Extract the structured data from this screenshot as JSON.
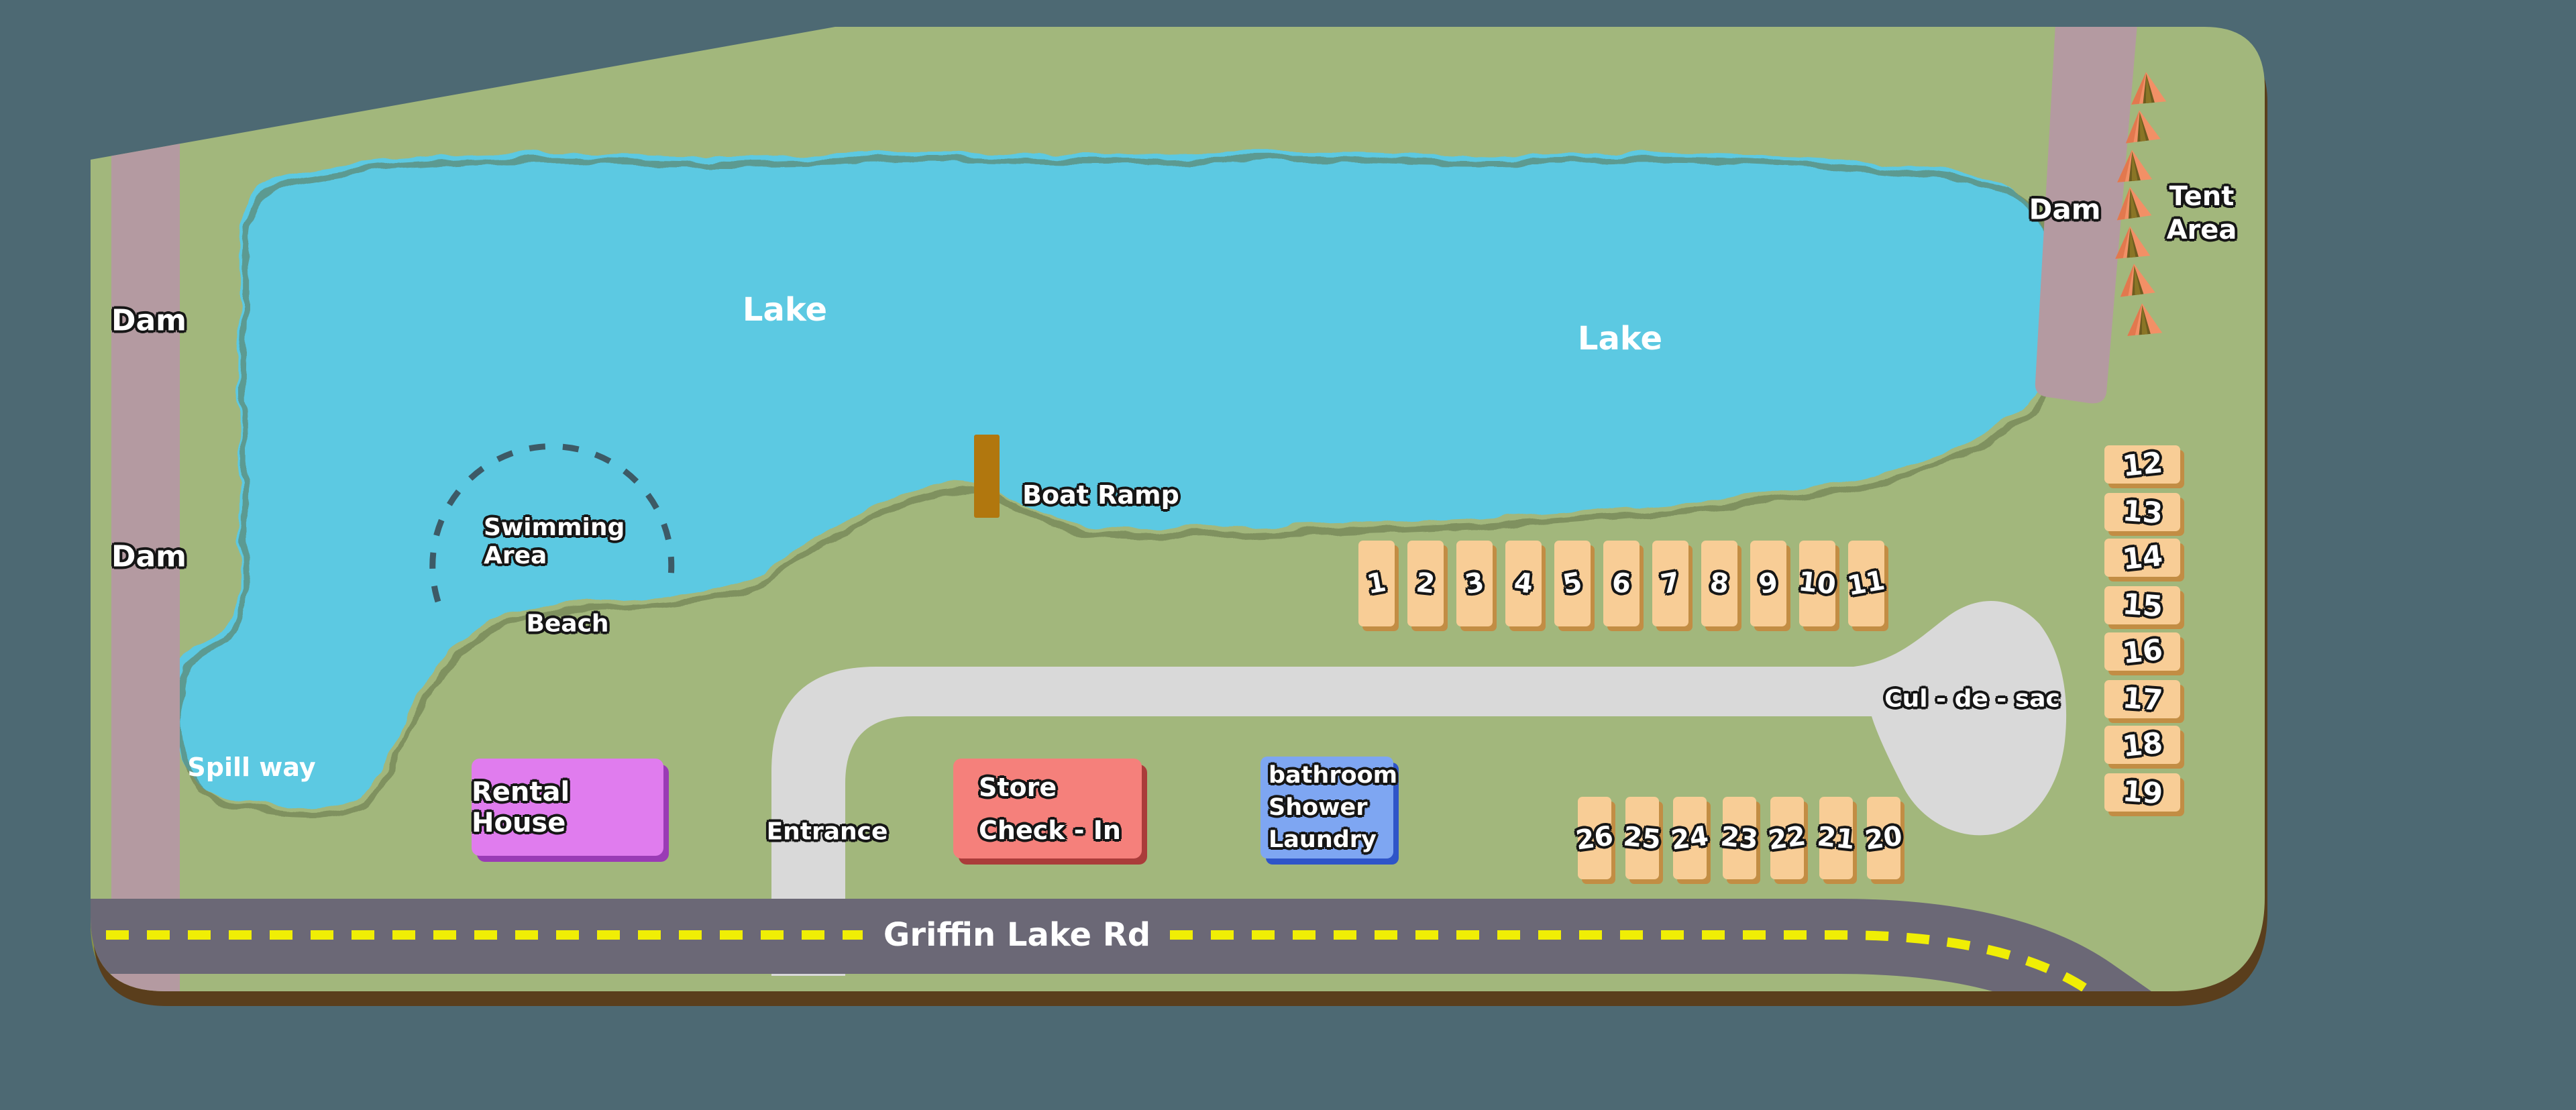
{
  "colors": {
    "bg": "#4d6973",
    "land": "#a2b77c",
    "lake": "#5bc9e2",
    "dam": "#b49aa1",
    "roadDark": "#6b6876",
    "roadLight": "#d9d9d9",
    "dashYellow": "#f0ee05",
    "site": "#f8cd96",
    "siteShadow": "#c28d44",
    "rental": "#e07cee",
    "rentalShadow": "#9a3bb5",
    "store": "#f5807b",
    "storeShadow": "#aa3c3a",
    "bath": "#7ea6f2",
    "bathShadow": "#2f55c8",
    "ramp": "#b1770e",
    "tent": "#f29066",
    "tentDark": "#6d5c1f",
    "shore": "#5c6b3f",
    "borderOlive": "#8a9447",
    "borderBrown": "#5a3e1c",
    "arc": "#3d5a66",
    "labelText": "#ffffff",
    "labelOutline": "#161616"
  },
  "labels": {
    "lake_upper": "Lake",
    "lake_lower": "Lake",
    "dam_left_upper": "Dam",
    "dam_left_lower": "Dam",
    "dam_right": "Dam",
    "tent_area_line1": "Tent",
    "tent_area_line2": "Area",
    "spillway": "Spill way",
    "swimming_line1": "Swimming",
    "swimming_line2": "Area",
    "beach": "Beach",
    "boat_ramp": "Boat Ramp",
    "entrance": "Entrance",
    "cul_de_sac": "Cul - de - sac",
    "road": "Griffin Lake Rd"
  },
  "buildings": {
    "rental_house": "Rental House",
    "store_line1": "Store",
    "store_line2": "Check - In",
    "bathhouse_line1": "bathroom",
    "bathhouse_line2": "Shower",
    "bathhouse_line3": "Laundry"
  },
  "sites": {
    "lakeside_row": [
      "1",
      "2",
      "3",
      "4",
      "5",
      "6",
      "7",
      "8",
      "9",
      "10",
      "11"
    ],
    "east_column": [
      "12",
      "13",
      "14",
      "15",
      "16",
      "17",
      "18",
      "19"
    ],
    "south_row": [
      "26",
      "25",
      "24",
      "23",
      "22",
      "21",
      "20"
    ]
  }
}
